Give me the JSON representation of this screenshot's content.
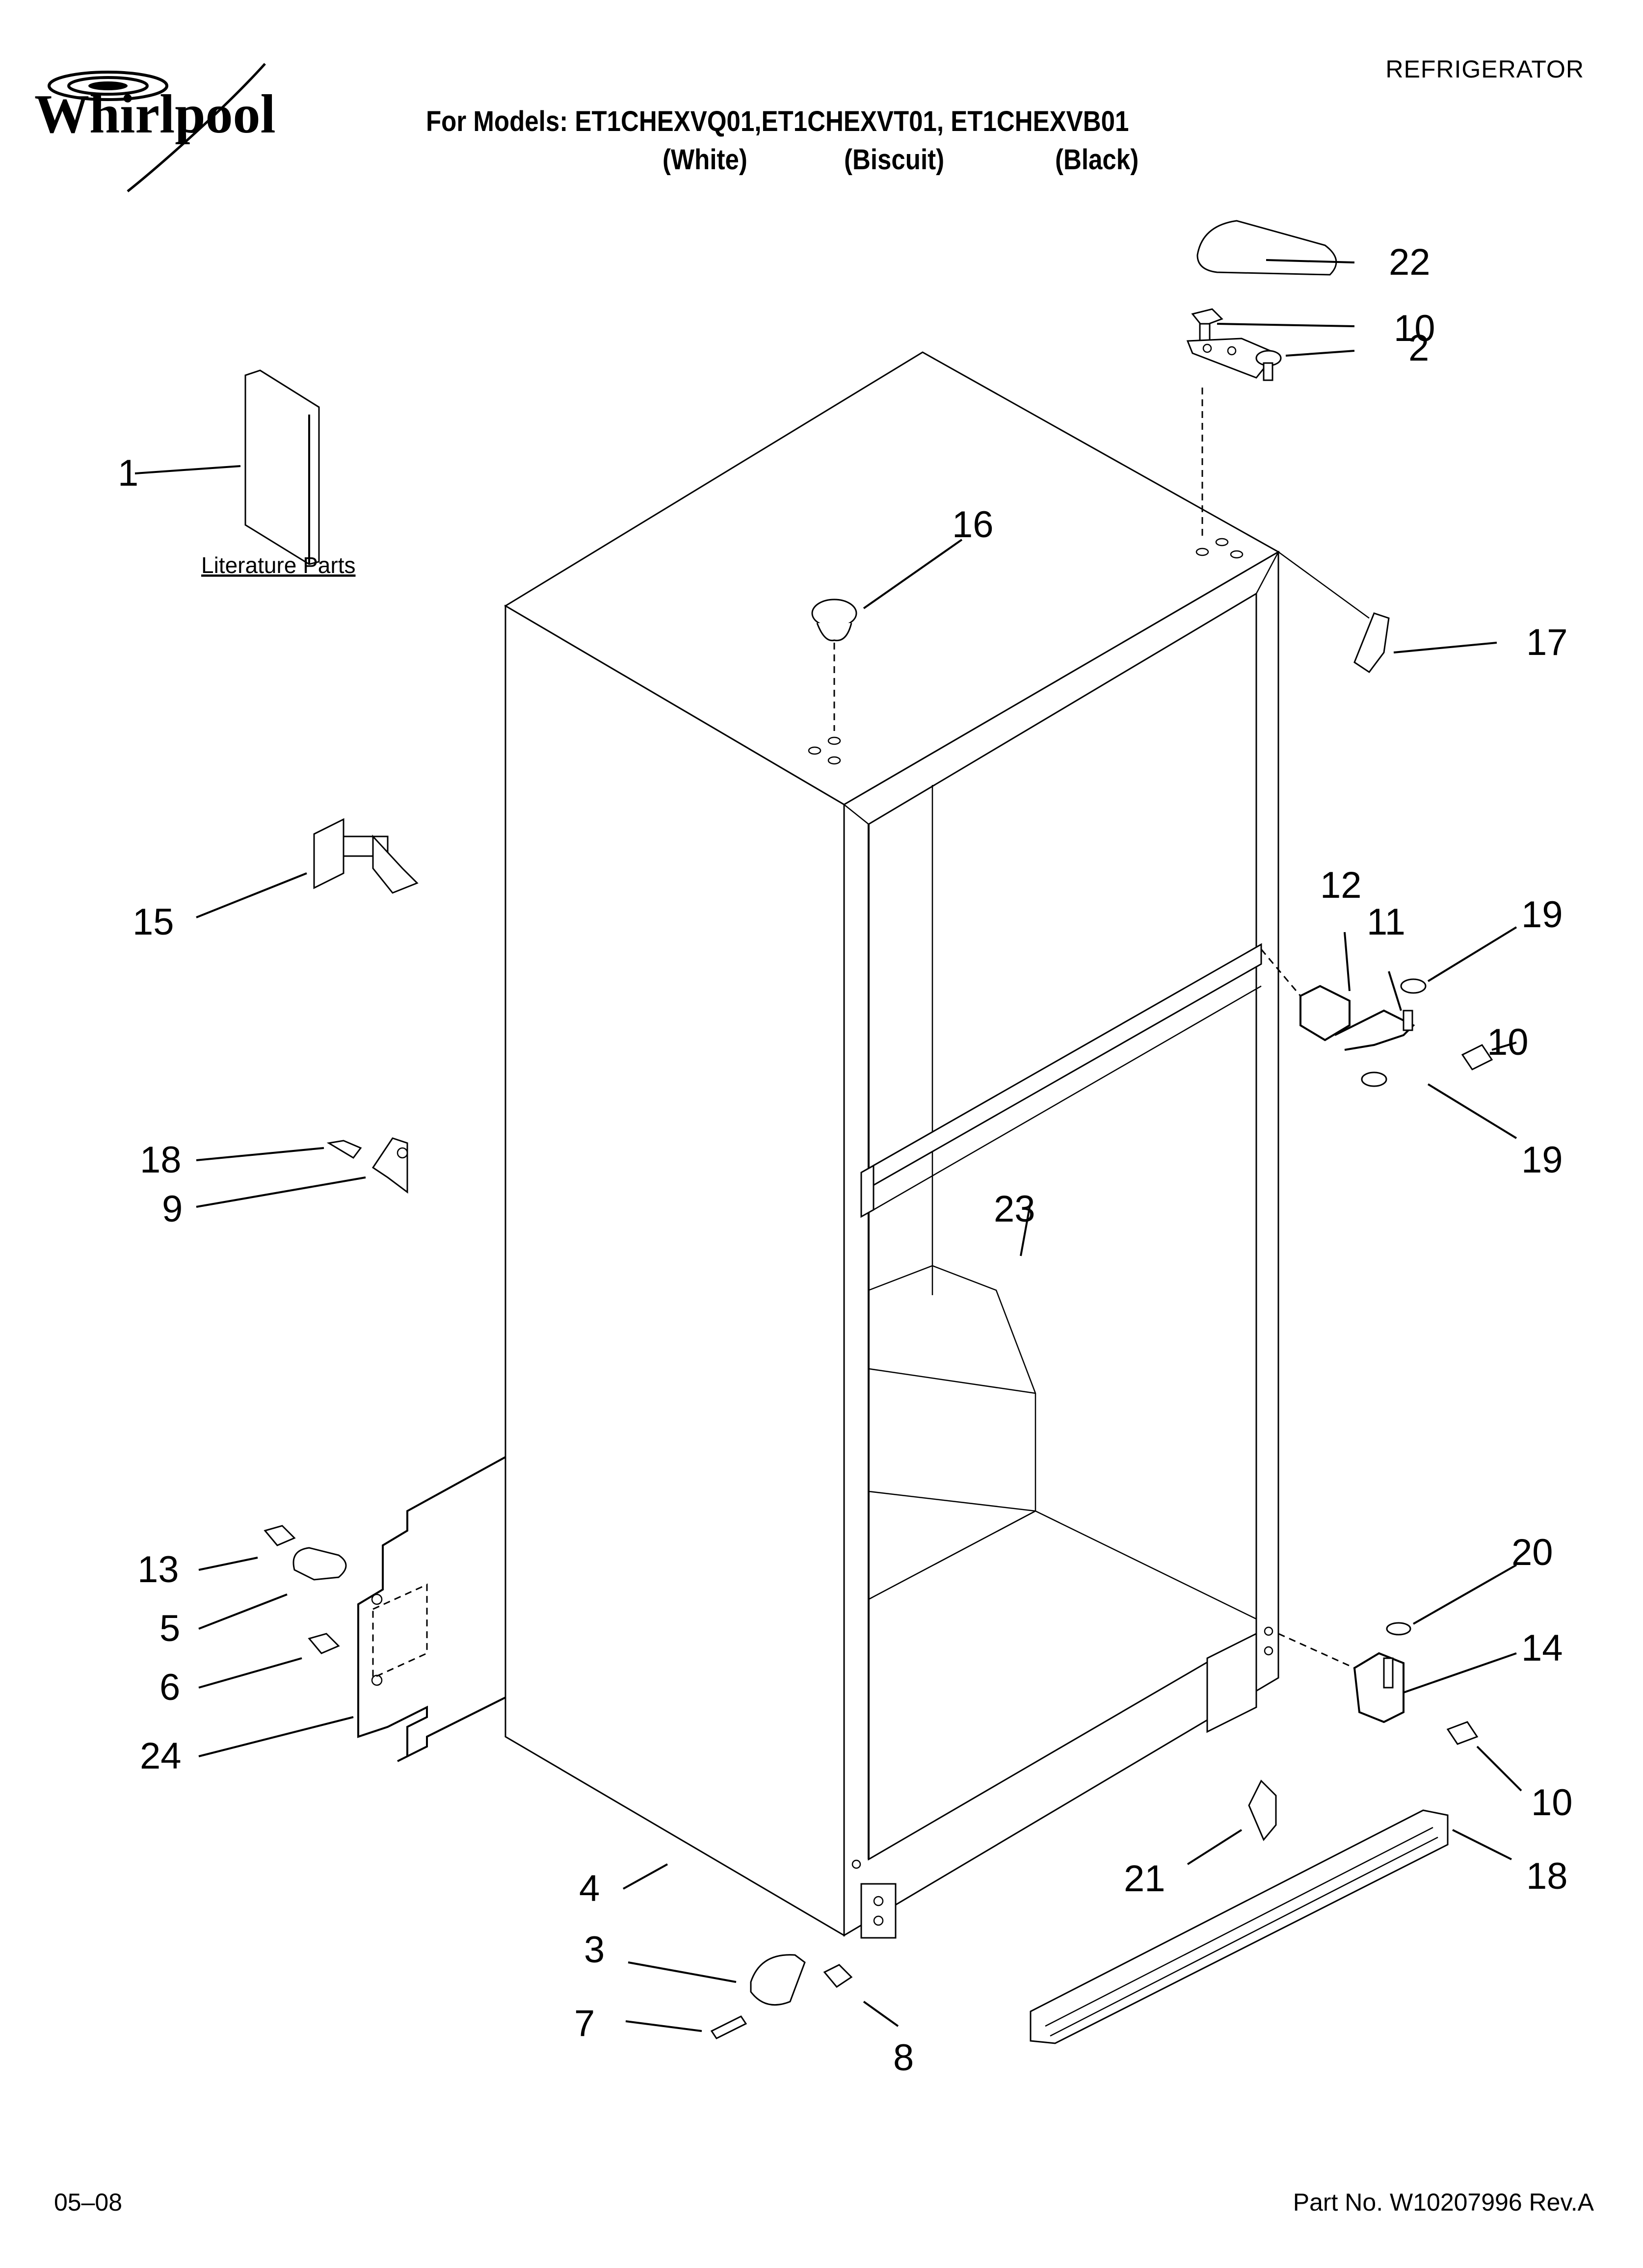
{
  "header": {
    "brand": "Whirlpool",
    "category": "REFRIGERATOR",
    "models_line": "For Models: ET1CHEXVQ01,ET1CHEXVT01, ET1CHEXVB01",
    "colors": [
      "(White)",
      "(Biscuit)",
      "(Black)"
    ]
  },
  "diagram": {
    "literature_label": "Literature Parts",
    "callouts": {
      "c1": "1",
      "c2": "2",
      "c3": "3",
      "c4": "4",
      "c5": "5",
      "c6": "6",
      "c7": "7",
      "c8": "8",
      "c9": "9",
      "c10a": "10",
      "c10b": "10",
      "c10c": "10",
      "c11": "11",
      "c12": "12",
      "c13": "13",
      "c14": "14",
      "c15": "15",
      "c16": "16",
      "c17": "17",
      "c18a": "18",
      "c18b": "18",
      "c19a": "19",
      "c19b": "19",
      "c20": "20",
      "c21": "21",
      "c22": "22",
      "c23": "23",
      "c24": "24"
    }
  },
  "footer": {
    "date": "05–08",
    "part_no": "Part No. W10207996 Rev.A"
  }
}
